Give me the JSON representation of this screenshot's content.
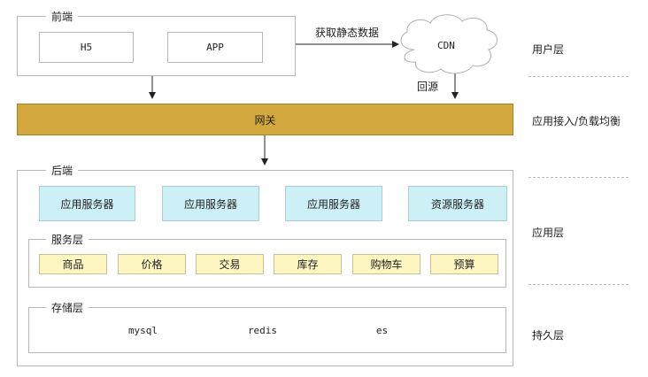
{
  "frontend": {
    "title": "前端",
    "h5": "H5",
    "app": "APP"
  },
  "edge": {
    "fetch_label": "获取静态数据",
    "cdn": "CDN",
    "back_source": "回源"
  },
  "gateway": {
    "label": "网关"
  },
  "backend": {
    "title": "后端",
    "servers": [
      "应用服务器",
      "应用服务器",
      "应用服务器",
      "资源服务器"
    ],
    "services_title": "服务层",
    "services": [
      "商品",
      "价格",
      "交易",
      "库存",
      "购物车",
      "预算"
    ],
    "storage_title": "存储层",
    "databases": [
      "mysql",
      "redis",
      "es"
    ]
  },
  "layers": [
    "用户层",
    "应用接入/负载均衡",
    "应用层",
    "持久层"
  ],
  "colors": {
    "gateway": "#d3a93f",
    "server": "#cdeff6",
    "service": "#fdf6c0",
    "database": "#c9c9c9"
  }
}
